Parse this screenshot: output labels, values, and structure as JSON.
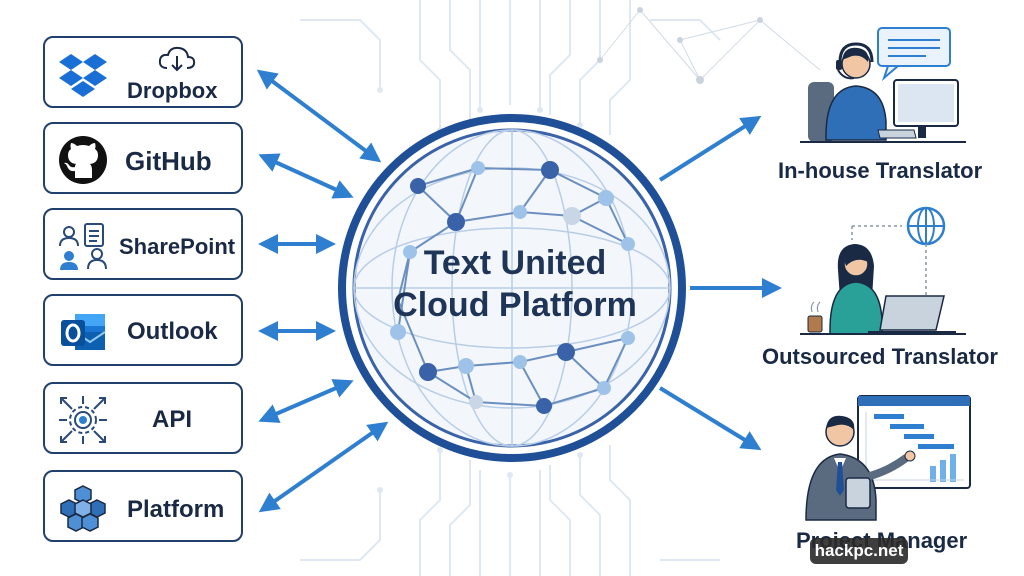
{
  "center": {
    "title_line1": "Text United",
    "title_line2": "Cloud Platform"
  },
  "sources": [
    {
      "label": "Dropbox",
      "icon": "dropbox-icon"
    },
    {
      "label": "GitHub",
      "icon": "github-icon"
    },
    {
      "label": "SharePoint",
      "icon": "sharepoint-icon"
    },
    {
      "label": "Outlook",
      "icon": "outlook-icon"
    },
    {
      "label": "API",
      "icon": "api-gear-icon"
    },
    {
      "label": "Platform",
      "icon": "platform-cubes-icon"
    }
  ],
  "roles": [
    {
      "label": "In-house Translator",
      "icon": "translator-at-desk-illustration"
    },
    {
      "label": "Outsourced Translator",
      "icon": "freelancer-laptop-illustration"
    },
    {
      "label": "Project Manager",
      "icon": "manager-presenting-illustration"
    }
  ],
  "watermark": "hackpc.net",
  "colors": {
    "accent": "#2f7fd0",
    "navy": "#1f3557",
    "node_dark": "#3a62a8",
    "node_light": "#9fc3e8"
  }
}
